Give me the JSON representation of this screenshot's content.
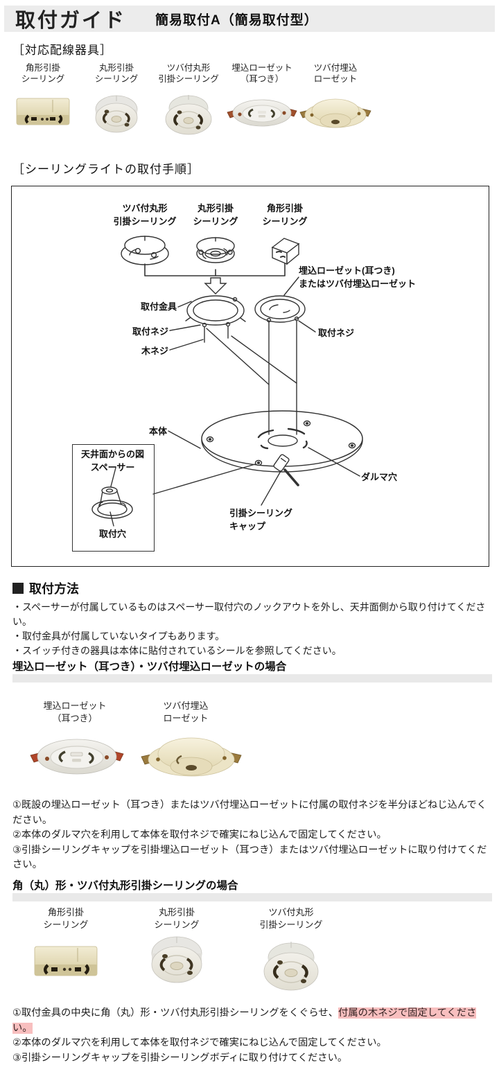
{
  "header": {
    "title": "取付ガイド",
    "subtitle": "簡易取付A（簡易取付型）"
  },
  "colors": {
    "header_band": "#ececec",
    "section_band": "#e9e9e9",
    "highlight": "#f8bfbf",
    "diagram_line": "#333333"
  },
  "compatible": {
    "heading": "［対応配線器具］",
    "items": [
      {
        "label1": "角形引掛",
        "label2": "シーリング"
      },
      {
        "label1": "丸形引掛",
        "label2": "シーリング"
      },
      {
        "label1": "ツバ付丸形",
        "label2": "引掛シーリング"
      },
      {
        "label1": "埋込ローゼット",
        "label2": "（耳つき）"
      },
      {
        "label1": "ツバ付埋込",
        "label2": "ローゼット"
      }
    ]
  },
  "procedure": {
    "heading": "［シーリングライトの取付手順］",
    "diagram": {
      "fixture1_l1": "ツバ付丸形",
      "fixture1_l2": "引掛シーリング",
      "fixture2_l1": "丸形引掛",
      "fixture2_l2": "シーリング",
      "fixture3_l1": "角形引掛",
      "fixture3_l2": "シーリング",
      "rosette_l1": "埋込ローゼット(耳つき)",
      "rosette_l2": "またはツバ付埋込ローゼット",
      "bracket": "取付金具",
      "screw_left": "取付ネジ",
      "wood_screw": "木ネジ",
      "screw_right": "取付ネジ",
      "body": "本体",
      "inset_title": "天井面からの図",
      "spacer": "スペーサー",
      "mount_hole": "取付穴",
      "daruma_hole": "ダルマ穴",
      "cap_l1": "引掛シーリング",
      "cap_l2": "キャップ"
    }
  },
  "method": {
    "heading": "取付方法",
    "bullets": [
      "・スペーサーが付属しているものはスペーサー取付穴のノックアウトを外し、天井面側から取り付けてください。",
      "・取付金具が付属していないタイプもあります。",
      "・スイッチ付きの器具は本体に貼付されているシールを参照してください。"
    ]
  },
  "case1": {
    "heading": "埋込ローゼット（耳つき）・ツバ付埋込ローゼットの場合",
    "items": [
      {
        "label1": "埋込ローゼット",
        "label2": "（耳つき）"
      },
      {
        "label1": "ツバ付埋込",
        "label2": "ローゼット"
      }
    ],
    "steps": [
      "①既設の埋込ローゼット（耳つき）またはツバ付埋込ローゼットに付属の取付ネジを半分ほどねじ込んでください。",
      "②本体のダルマ穴を利用して本体を取付ネジで確実にねじ込んで固定してください。",
      "③引掛シーリングキャップを引掛埋込ローゼット（耳つき）またはツバ付埋込ローゼットに取り付けてください。"
    ]
  },
  "case2": {
    "heading": "角（丸）形・ツバ付丸形引掛シーリングの場合",
    "items": [
      {
        "label1": "角形引掛",
        "label2": "シーリング"
      },
      {
        "label1": "丸形引掛",
        "label2": "シーリング"
      },
      {
        "label1": "ツバ付丸形",
        "label2": "引掛シーリング"
      }
    ],
    "step1_pre": "①取付金具の中央に角（丸）形・ツバ付丸形引掛シーリングをくぐらせ、",
    "step1_highlight": "付属の木ネジで固定してください。",
    "steps_rest": [
      "②本体のダルマ穴を利用して本体を取付ネジで確実にねじ込んで固定してください。",
      "③引掛シーリングキャップを引掛シーリングボディに取り付けてください。"
    ]
  }
}
